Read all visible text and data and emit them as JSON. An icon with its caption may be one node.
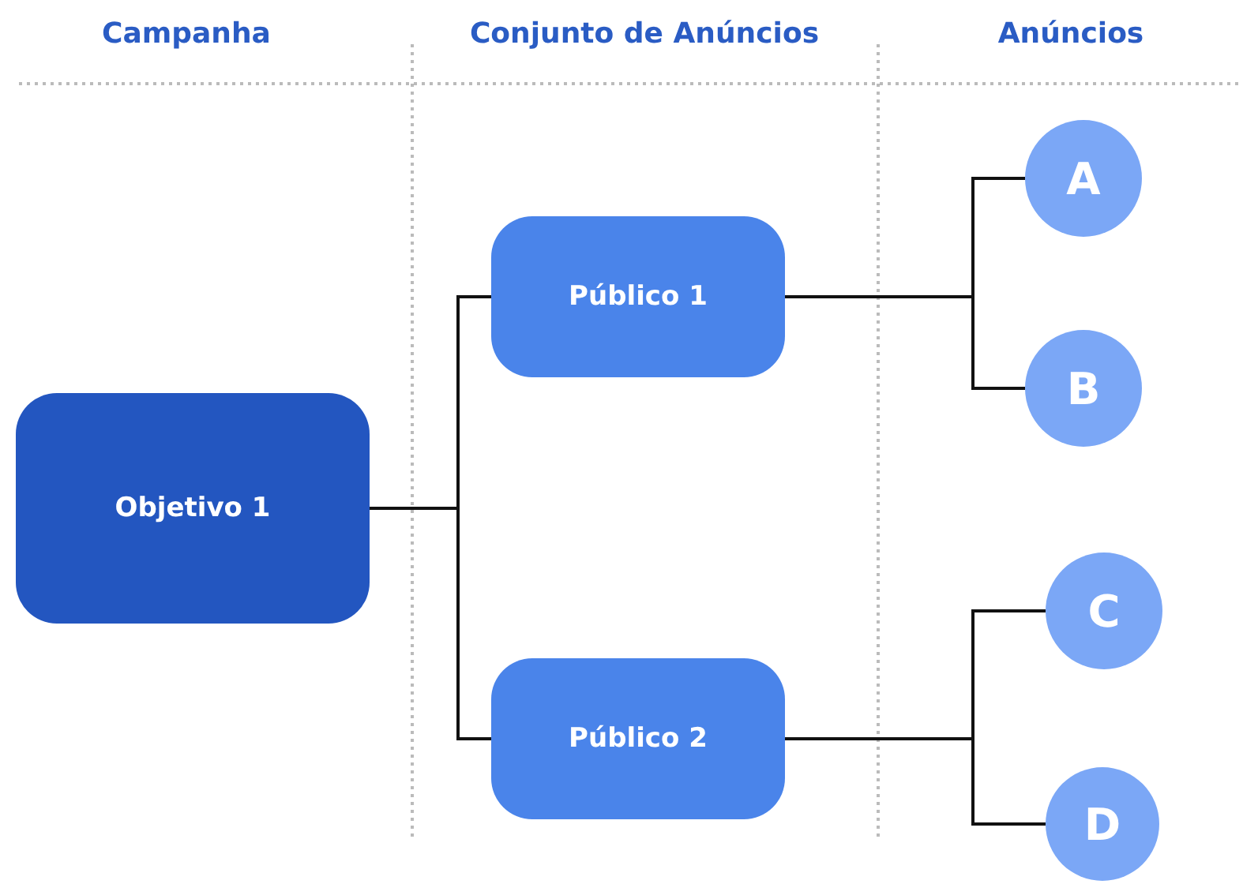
{
  "diagram": {
    "nodes": [
      {
        "text": [
          "Objetivo 1"
        ]
      },
      {
        "text": [
          "Público 1"
        ]
      },
      {
        "text": [
          "Público 2"
        ]
      },
      {
        "text": [
          "A"
        ]
      },
      {
        "text": [
          "B"
        ]
      },
      {
        "text": [
          "C"
        ]
      },
      {
        "text": [
          "D"
        ]
      }
    ],
    "edges": [
      {
        "from": 0,
        "to": 1,
        "arrow": "none"
      },
      {
        "from": 0,
        "to": 2,
        "arrow": "none"
      },
      {
        "from": 1,
        "to": 3,
        "arrow": "none"
      },
      {
        "from": 1,
        "to": 4,
        "arrow": "none"
      },
      {
        "from": 2,
        "to": 5,
        "arrow": "none"
      },
      {
        "from": 2,
        "to": 6,
        "arrow": "none"
      }
    ],
    "labels": [
      "Campanha",
      "Conjunto de Anúncios",
      "Anúncios"
    ]
  }
}
